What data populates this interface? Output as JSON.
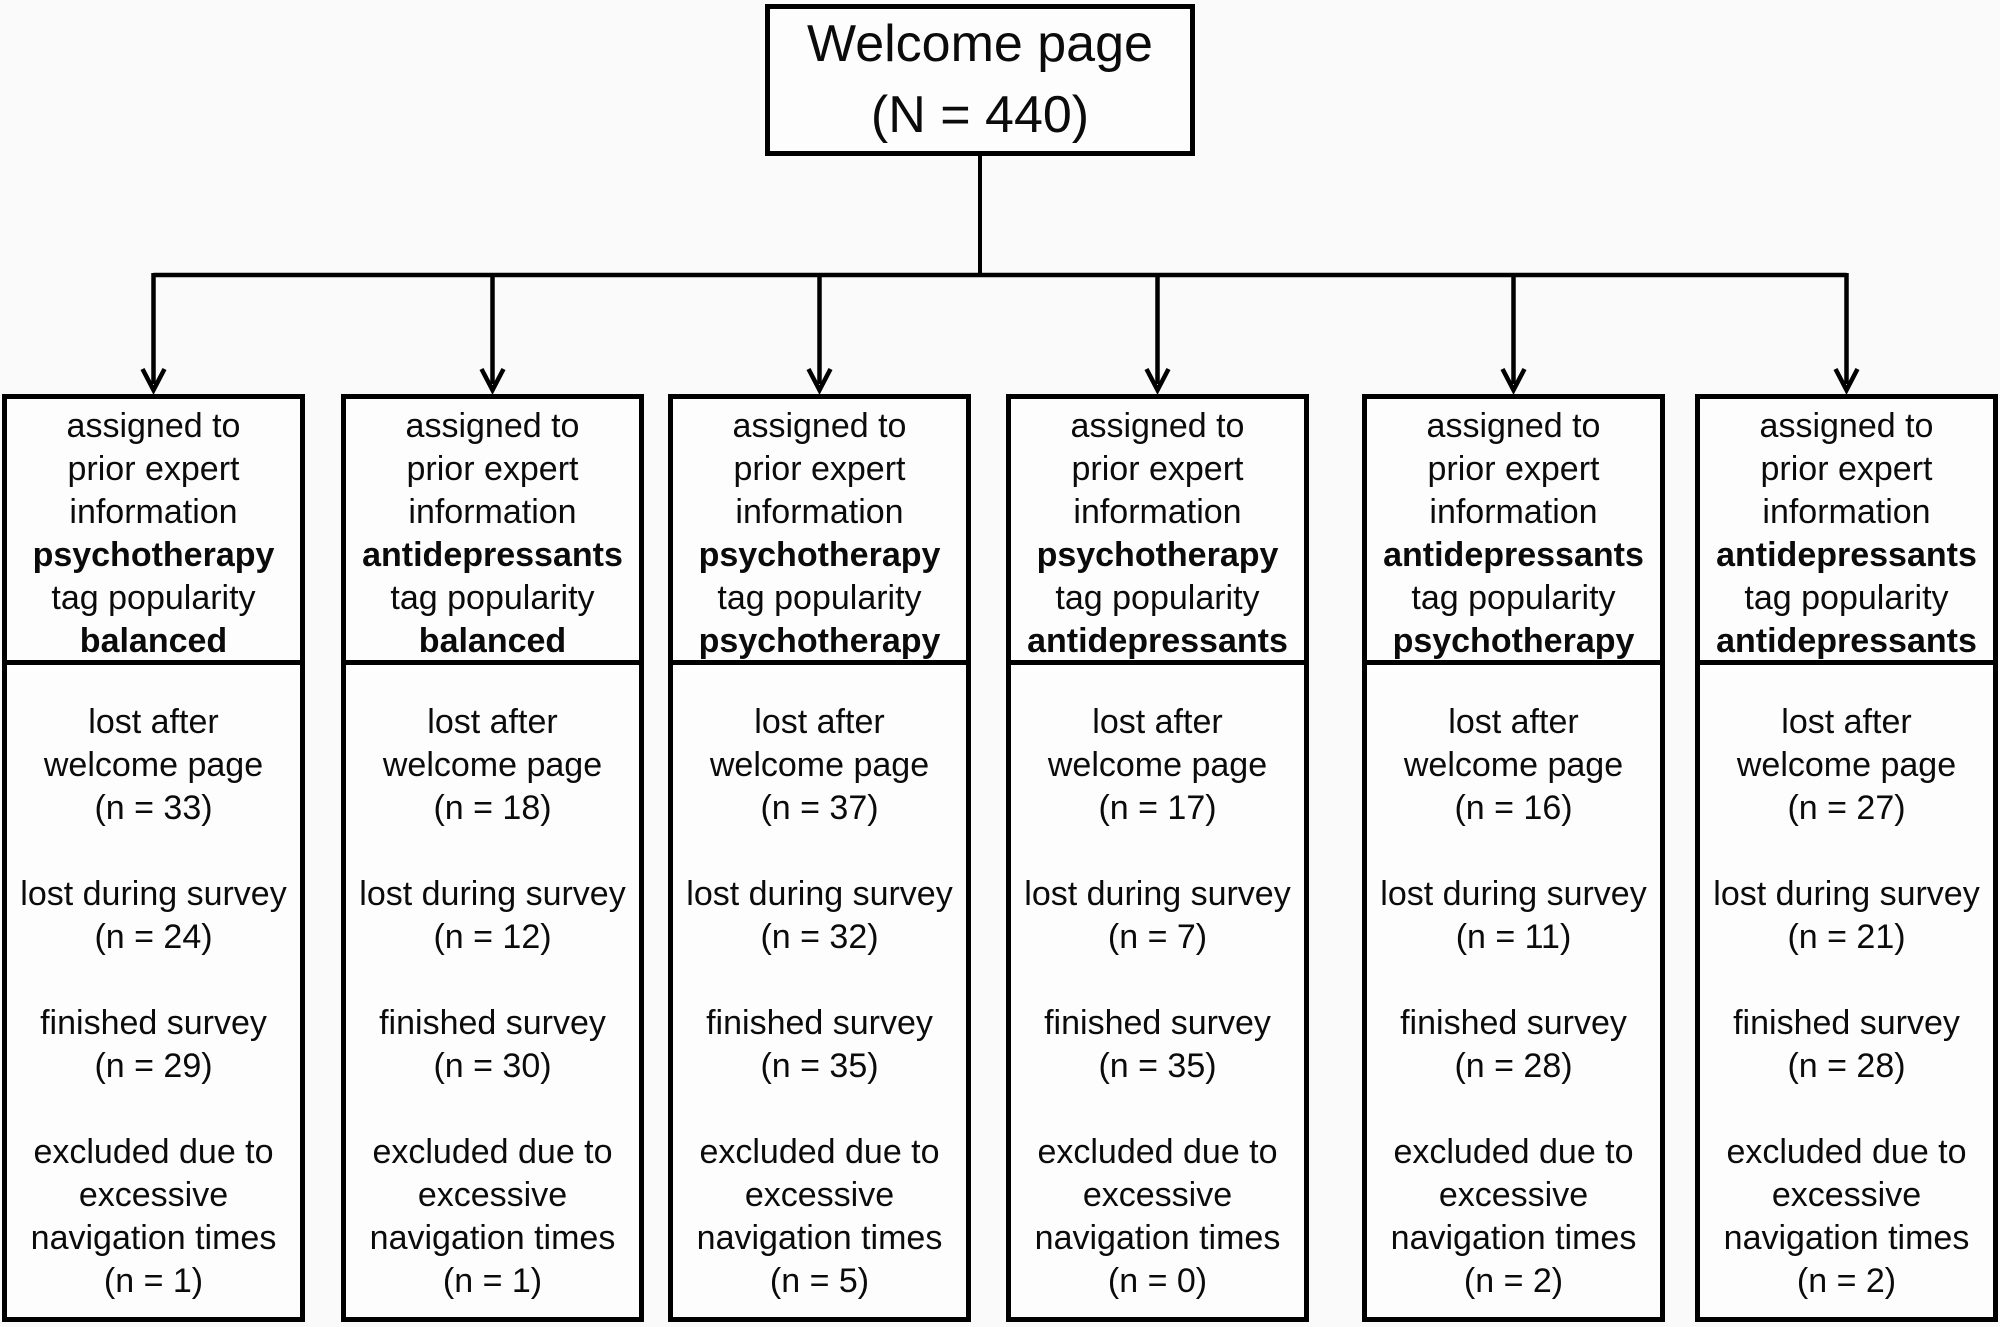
{
  "welcome": {
    "line1": "Welcome page",
    "line2": "(N = 440)"
  },
  "columns": [
    {
      "assigned": "assigned to\nprior expert\ninformation",
      "expert": "psychotherapy",
      "tag": "tag popularity",
      "popularity": "balanced",
      "lost_welcome": "lost after\nwelcome page\n(n = 33)",
      "lost_survey": "lost during survey\n(n = 24)",
      "finished": "finished survey\n(n = 29)",
      "excluded": "excluded due to\nexcessive\nnavigation times\n(n = 1)"
    },
    {
      "assigned": "assigned to\nprior expert\ninformation",
      "expert": "antidepressants",
      "tag": "tag popularity",
      "popularity": "balanced",
      "lost_welcome": "lost after\nwelcome page\n(n = 18)",
      "lost_survey": "lost during survey\n(n = 12)",
      "finished": "finished survey\n(n = 30)",
      "excluded": "excluded due to\nexcessive\nnavigation times\n(n = 1)"
    },
    {
      "assigned": "assigned to\nprior expert\ninformation",
      "expert": "psychotherapy",
      "tag": "tag popularity",
      "popularity": "psychotherapy",
      "lost_welcome": "lost after\nwelcome page\n(n = 37)",
      "lost_survey": "lost during survey\n(n = 32)",
      "finished": "finished survey\n(n = 35)",
      "excluded": "excluded due to\nexcessive\nnavigation times\n(n = 5)"
    },
    {
      "assigned": "assigned to\nprior expert\ninformation",
      "expert": "psychotherapy",
      "tag": "tag popularity",
      "popularity": "antidepressants",
      "lost_welcome": "lost after\nwelcome page\n(n = 17)",
      "lost_survey": "lost during survey\n(n = 7)",
      "finished": "finished survey\n(n = 35)",
      "excluded": "excluded due to\nexcessive\nnavigation times\n(n = 0)"
    },
    {
      "assigned": "assigned to\nprior expert\ninformation",
      "expert": "antidepressants",
      "tag": "tag popularity",
      "popularity": "psychotherapy",
      "lost_welcome": "lost after\nwelcome page\n(n = 16)",
      "lost_survey": "lost during survey\n(n = 11)",
      "finished": "finished survey\n(n = 28)",
      "excluded": "excluded due to\nexcessive\nnavigation times\n(n = 2)"
    },
    {
      "assigned": "assigned to\nprior expert\ninformation",
      "expert": "antidepressants",
      "tag": "tag popularity",
      "popularity": "antidepressants",
      "lost_welcome": "lost after\nwelcome page\n(n = 27)",
      "lost_survey": "lost during survey\n(n = 21)",
      "finished": "finished survey\n(n = 28)",
      "excluded": "excluded due to\nexcessive\nnavigation times\n(n = 2)"
    }
  ],
  "colors": {
    "line": "#000000",
    "box_fill": "#fdfdfd",
    "background": "#fafafa"
  }
}
